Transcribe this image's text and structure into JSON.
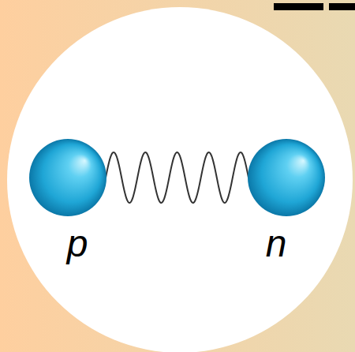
{
  "diagram": {
    "nodes": [
      {
        "text": [
          "p"
        ]
      },
      {
        "text": [
          "n"
        ]
      }
    ],
    "edges": [
      {
        "from": 0,
        "to": 1,
        "arrow": "none"
      }
    ]
  }
}
